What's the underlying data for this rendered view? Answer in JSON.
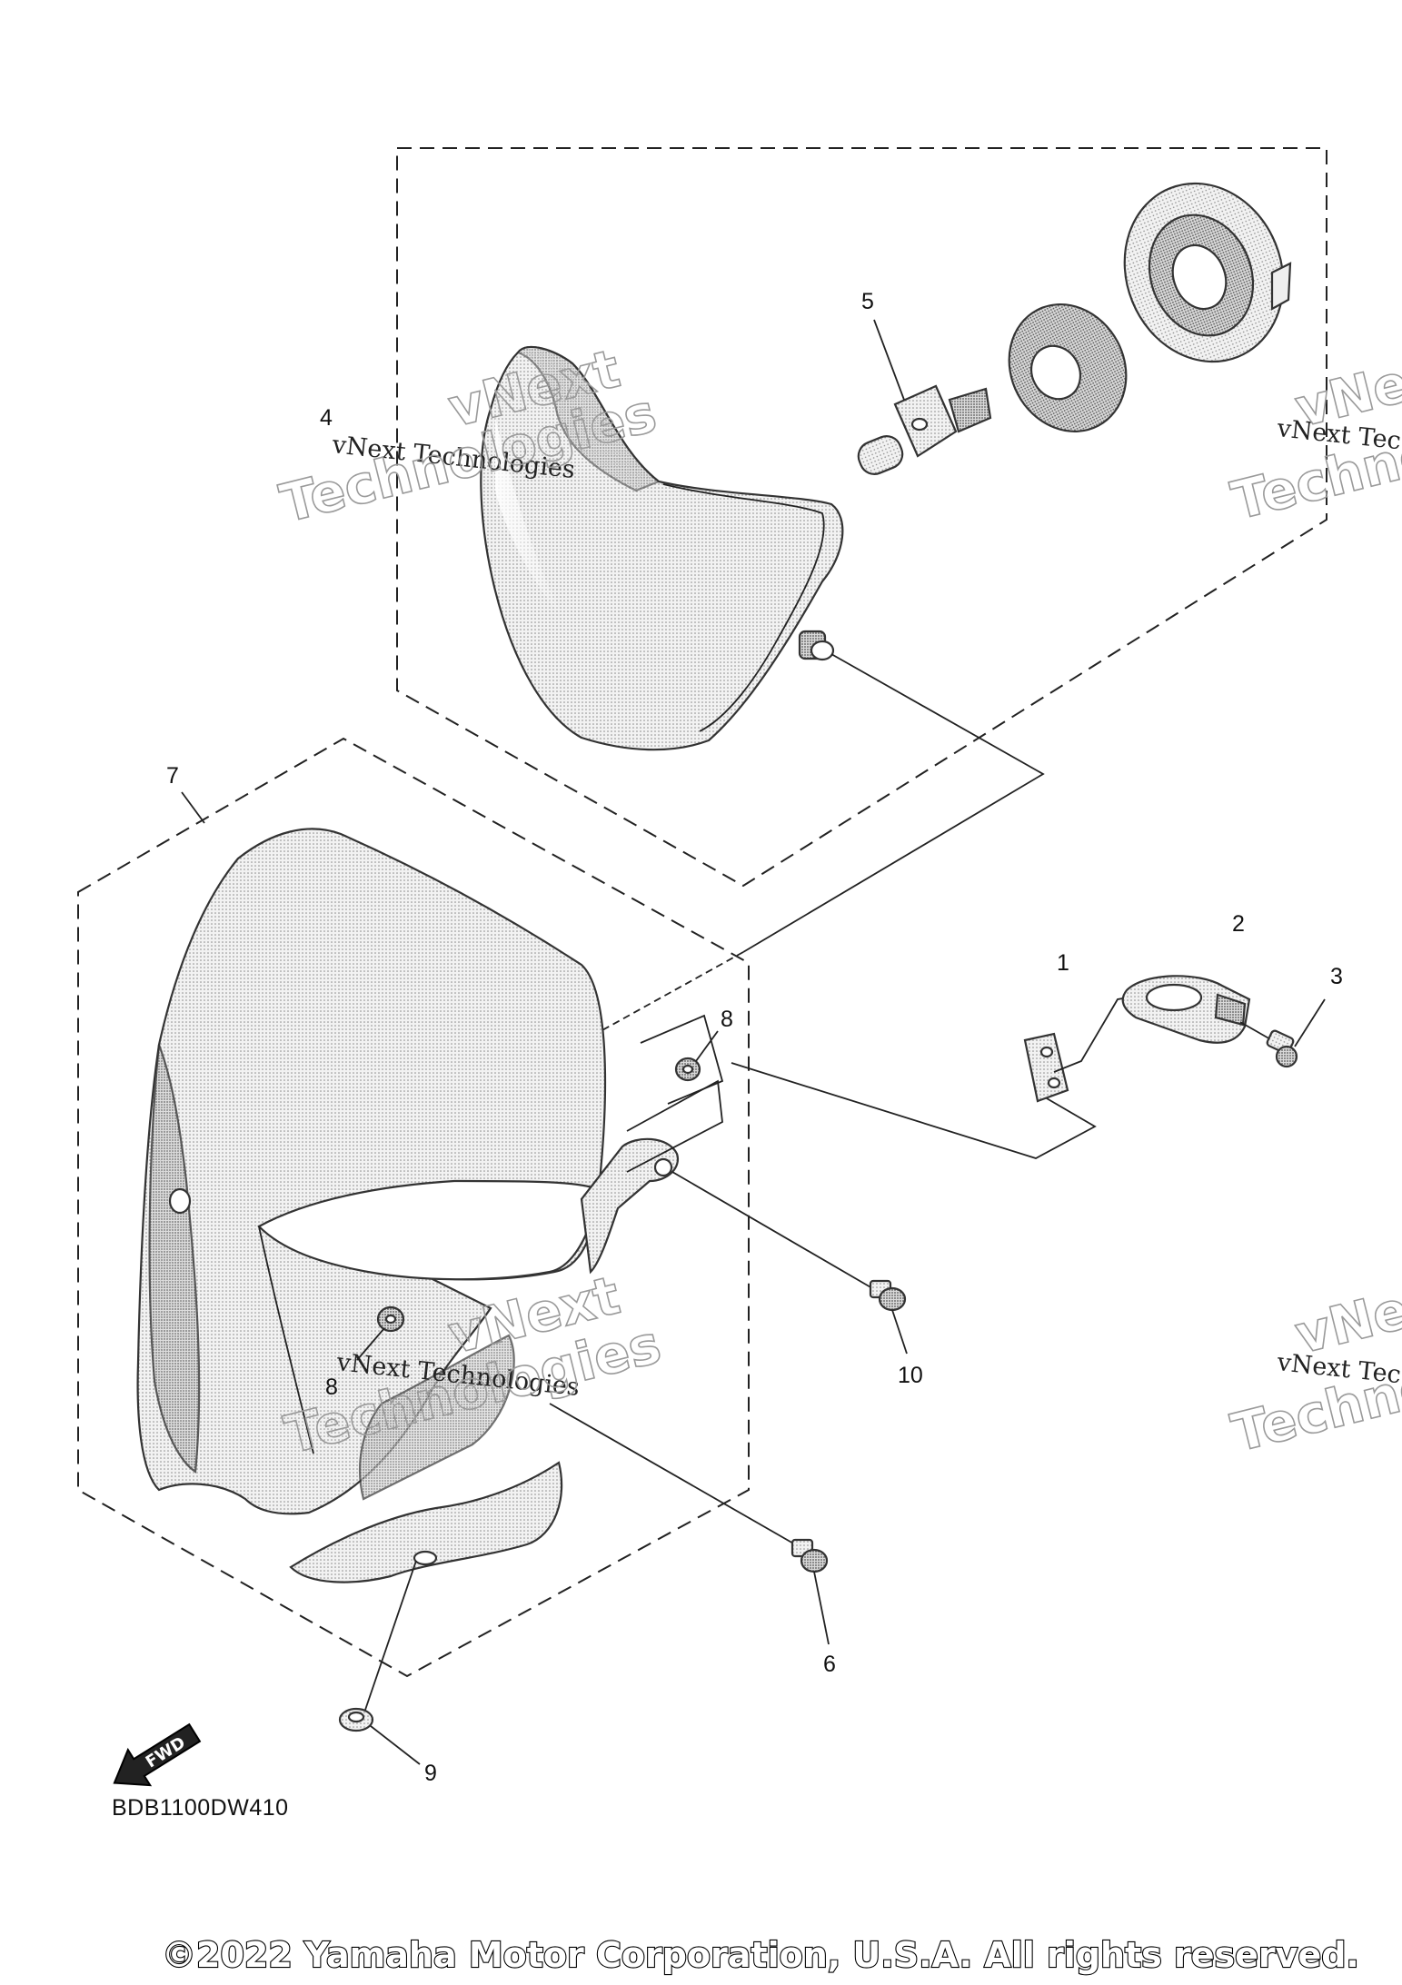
{
  "diagram": {
    "callouts": [
      "1",
      "2",
      "3",
      "4",
      "5",
      "6",
      "7",
      "8",
      "8",
      "9",
      "10"
    ],
    "watermark": {
      "small": "vNext Technologies",
      "small_clipped": "vNext Tec",
      "big_line1": "vNext",
      "big_line2": "Technologies",
      "big_clipped_line1": "vNe",
      "big_clipped_line2": "Techno"
    },
    "fwd_label": "FWD",
    "drawing_code": "BDB1100DW410",
    "copyright": "©2022 Yamaha Motor Corporation, U.S.A. All rights reserved."
  }
}
